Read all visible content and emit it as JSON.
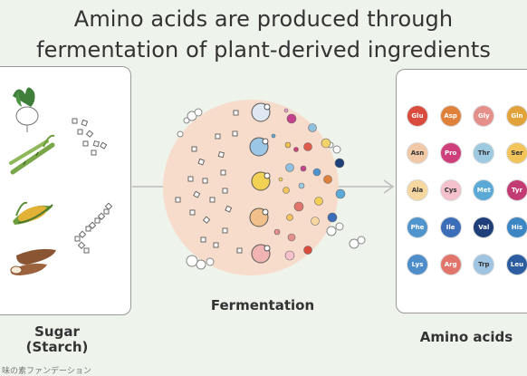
{
  "title_line1": "Amino acids are produced through",
  "title_line2": "fermentation of plant-derived ingredients",
  "labels": {
    "sugar_line1": "Sugar",
    "sugar_line2": "(Starch)",
    "fermentation": "Fermentation",
    "amino_acids": "Amino acids"
  },
  "plants": [
    "radish-icon",
    "sugarcane-icon",
    "corn-icon",
    "cassava-icon"
  ],
  "amino_acids": [
    [
      {
        "code": "Glu",
        "color": "#d94b3c"
      },
      {
        "code": "Asp",
        "color": "#e0813b"
      },
      {
        "code": "Gly",
        "color": "#e58f8a"
      },
      {
        "code": "Gln",
        "color": "#e2a23a"
      }
    ],
    [
      {
        "code": "Asn",
        "color": "#f2c9a6"
      },
      {
        "code": "Pro",
        "color": "#cf3f7c"
      },
      {
        "code": "Thr",
        "color": "#9ecae1"
      },
      {
        "code": "Ser",
        "color": "#f2c45a"
      }
    ],
    [
      {
        "code": "Ala",
        "color": "#f6d7a0"
      },
      {
        "code": "Cys",
        "color": "#f4c1cc"
      },
      {
        "code": "Met",
        "color": "#5aa9d6"
      },
      {
        "code": "Tyr",
        "color": "#c33b73"
      }
    ],
    [
      {
        "code": "Phe",
        "color": "#4f94cc"
      },
      {
        "code": "Ile",
        "color": "#3b6db8"
      },
      {
        "code": "Val",
        "color": "#1f3f7a"
      },
      {
        "code": "His",
        "color": "#3c86c4"
      }
    ],
    [
      {
        "code": "Lys",
        "color": "#4d8dc9"
      },
      {
        "code": "Arg",
        "color": "#e2756b"
      },
      {
        "code": "Trp",
        "color": "#9fc5e3"
      },
      {
        "code": "Leu",
        "color": "#2c5da1"
      }
    ]
  ],
  "footer_text": "味の素ファンデーション"
}
